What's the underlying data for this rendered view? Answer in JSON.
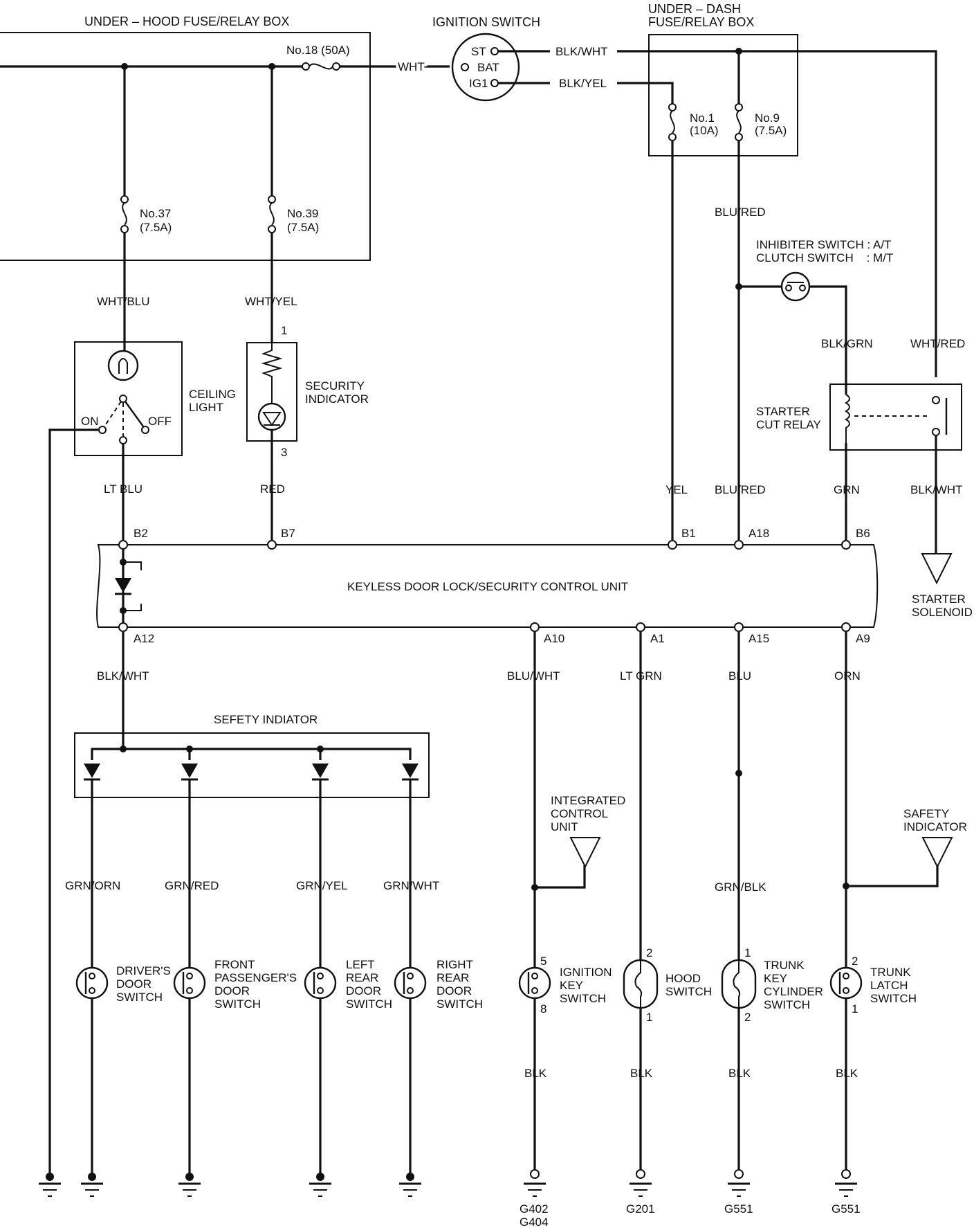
{
  "boxes": {
    "under_hood": "UNDER – HOOD FUSE/RELAY BOX",
    "ignition_switch": "IGNITION SWITCH",
    "under_dash_1": "UNDER – DASH",
    "under_dash_2": "FUSE/RELAY BOX",
    "control_unit": "KEYLESS DOOR LOCK/SECURITY CONTROL UNIT",
    "sefety_indicator": "SEFETY INDIATOR"
  },
  "fuses": {
    "f18": "No.18 (50A)",
    "f37_a": "No.37",
    "f37_b": "(7.5A)",
    "f39_a": "No.39",
    "f39_b": "(7.5A)",
    "f1_a": "No.1",
    "f1_b": "(10A)",
    "f9_a": "No.9",
    "f9_b": "(7.5A)"
  },
  "ignition": {
    "st": "ST",
    "bat": "BAT",
    "ig1": "IG1"
  },
  "wires": {
    "wht": "WHT",
    "blk_wht_top": "BLK/WHT",
    "blk_yel": "BLK/YEL",
    "wht_blu": "WHT/BLU",
    "wht_yel": "WHT/YEL",
    "blu_red_top": "BLU/RED",
    "blk_grn": "BLK/GRN",
    "wht_red": "WHT/RED",
    "lt_blu": "LT BLU",
    "red": "RED",
    "yel": "YEL",
    "blu_red_mid": "BLU/RED",
    "grn": "GRN",
    "blk_wht_relay": "BLK/WHT",
    "blk_wht_a12": "BLK/WHT",
    "blu_wht": "BLU/WHT",
    "lt_grn": "LT GRN",
    "blu": "BLU",
    "orn": "ORN",
    "grn_orn": "GRN/ORN",
    "grn_red": "GRN/RED",
    "grn_yel": "GRN/YEL",
    "grn_wht": "GRN/WHT",
    "grn_blk": "GRN/BLK",
    "blk_1": "BLK",
    "blk_2": "BLK",
    "blk_3": "BLK",
    "blk_4": "BLK"
  },
  "components": {
    "ceiling_1": "CEILING",
    "ceiling_2": "LIGHT",
    "on": "ON",
    "off": "OFF",
    "security_1": "SECURITY",
    "security_2": "INDICATOR",
    "inhibiter_1": "INHIBITER SWITCH : A/T",
    "inhibiter_2": "CLUTCH SWITCH    : M/T",
    "relay_1": "STARTER",
    "relay_2": "CUT RELAY",
    "solenoid_1": "STARTER",
    "solenoid_2": "SOLENOID",
    "icu_1": "INTEGRATED",
    "icu_2": "CONTROL",
    "icu_3": "UNIT",
    "safety_1": "SAFETY",
    "safety_2": "INDICATOR",
    "driver_1": "DRIVER'S",
    "driver_2": "DOOR",
    "driver_3": "SWITCH",
    "front_1": "FRONT",
    "front_2": "PASSENGER'S",
    "front_3": "DOOR",
    "front_4": "SWITCH",
    "left_1": "LEFT",
    "left_2": "REAR",
    "left_3": "DOOR",
    "left_4": "SWITCH",
    "right_1": "RIGHT",
    "right_2": "REAR",
    "right_3": "DOOR",
    "right_4": "SWITCH",
    "ignkey_1": "IGNITION",
    "ignkey_2": "KEY",
    "ignkey_3": "SWITCH",
    "hood_1": "HOOD",
    "hood_2": "SWITCH",
    "trunkkey_1": "TRUNK",
    "trunkkey_2": "KEY",
    "trunkkey_3": "CYLINDER",
    "trunkkey_4": "SWITCH",
    "trunklatch_1": "TRUNK",
    "trunklatch_2": "LATCH",
    "trunklatch_3": "SWITCH"
  },
  "pins": {
    "b2": "B2",
    "b7": "B7",
    "b1": "B1",
    "a18": "A18",
    "b6": "B6",
    "a12": "A12",
    "a10": "A10",
    "a1": "A1",
    "a15": "A15",
    "a9": "A9",
    "sec_1": "1",
    "sec_3": "3",
    "ign_5": "5",
    "ign_8": "8",
    "hood_2": "2",
    "hood_1": "1",
    "tk_1": "1",
    "tk_2": "2",
    "tl_2": "2",
    "tl_1": "1"
  },
  "grounds": {
    "g402": "G402",
    "g404": "G404",
    "g201": "G201",
    "g551_a": "G551",
    "g551_b": "G551"
  }
}
